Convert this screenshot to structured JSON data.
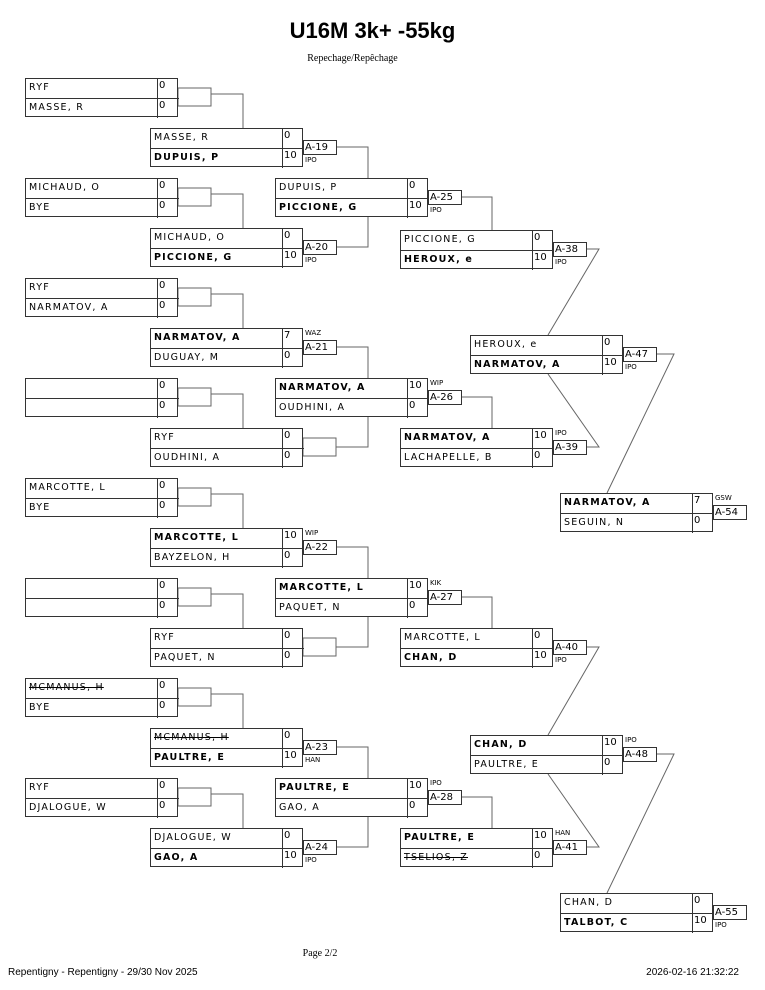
{
  "header": {
    "title": "U16M 3k+ -55kg",
    "subtitle": "Repechage/Repêchage"
  },
  "footer": {
    "page": "Page 2/2",
    "event": "Repentigny - Repentigny - 29/30 Nov 2025",
    "timestamp": "2026-02-16 21:32:22"
  },
  "rounds": {
    "round1": [
      {
        "players": [
          {
            "name": "RYF",
            "score": "0"
          },
          {
            "name": "MASSE, R",
            "score": "0"
          }
        ]
      },
      {
        "players": [
          {
            "name": "MICHAUD, O",
            "score": "0"
          },
          {
            "name": "BYE",
            "score": "0"
          }
        ]
      },
      {
        "players": [
          {
            "name": "RYF",
            "score": "0"
          },
          {
            "name": "NARMATOV, A",
            "score": "0"
          }
        ]
      },
      {
        "players": [
          {
            "name": "",
            "score": "0"
          },
          {
            "name": "",
            "score": "0"
          }
        ]
      },
      {
        "players": [
          {
            "name": "MARCOTTE, L",
            "score": "0"
          },
          {
            "name": "BYE",
            "score": "0"
          }
        ]
      },
      {
        "players": [
          {
            "name": "",
            "score": "0"
          },
          {
            "name": "",
            "score": "0"
          }
        ]
      },
      {
        "players": [
          {
            "name": "MCMANUS, H",
            "score": "0",
            "struck": true
          },
          {
            "name": "BYE",
            "score": "0"
          }
        ]
      },
      {
        "players": [
          {
            "name": "RYF",
            "score": "0"
          },
          {
            "name": "DJALOGUE, W",
            "score": "0"
          }
        ]
      }
    ],
    "round2": [
      {
        "match": "A-19",
        "result": "IPO",
        "players": [
          {
            "name": "MASSE, R",
            "score": "0"
          },
          {
            "name": "DUPUIS, P",
            "score": "10",
            "winner": true
          }
        ]
      },
      {
        "match": "A-20",
        "result": "IPO",
        "players": [
          {
            "name": "MICHAUD, O",
            "score": "0"
          },
          {
            "name": "PICCIONE, G",
            "score": "10",
            "winner": true
          }
        ]
      },
      {
        "match": "A-21",
        "result": "WAZ",
        "players": [
          {
            "name": "NARMATOV, A",
            "score": "7",
            "winner": true
          },
          {
            "name": "DUGUAY, M",
            "score": "0"
          }
        ]
      },
      {
        "match": "",
        "result": "",
        "players": [
          {
            "name": "RYF",
            "score": "0"
          },
          {
            "name": "OUDHINI, A",
            "score": "0"
          }
        ]
      },
      {
        "match": "A-22",
        "result": "WIP",
        "players": [
          {
            "name": "MARCOTTE, L",
            "score": "10",
            "winner": true
          },
          {
            "name": "BAYZELON, H",
            "score": "0"
          }
        ]
      },
      {
        "match": "",
        "result": "",
        "players": [
          {
            "name": "RYF",
            "score": "0"
          },
          {
            "name": "PAQUET, N",
            "score": "0"
          }
        ]
      },
      {
        "match": "A-23",
        "result": "HAN",
        "players": [
          {
            "name": "MCMANUS, H",
            "score": "0",
            "struck": true
          },
          {
            "name": "PAULTRE, E",
            "score": "10",
            "winner": true
          }
        ]
      },
      {
        "match": "A-24",
        "result": "IPO",
        "players": [
          {
            "name": "DJALOGUE, W",
            "score": "0"
          },
          {
            "name": "GAO, A",
            "score": "10",
            "winner": true
          }
        ]
      }
    ],
    "round3": [
      {
        "match": "A-25",
        "result": "IPO",
        "players": [
          {
            "name": "DUPUIS, P",
            "score": "0"
          },
          {
            "name": "PICCIONE, G",
            "score": "10",
            "winner": true
          }
        ]
      },
      {
        "match": "A-26",
        "result": "WIP",
        "players": [
          {
            "name": "NARMATOV, A",
            "score": "10",
            "winner": true
          },
          {
            "name": "OUDHINI, A",
            "score": "0"
          }
        ]
      },
      {
        "match": "A-27",
        "result": "KIK",
        "players": [
          {
            "name": "MARCOTTE, L",
            "score": "10",
            "winner": true
          },
          {
            "name": "PAQUET, N",
            "score": "0"
          }
        ]
      },
      {
        "match": "A-28",
        "result": "IPO",
        "players": [
          {
            "name": "PAULTRE, E",
            "score": "10",
            "winner": true
          },
          {
            "name": "GAO, A",
            "score": "0"
          }
        ]
      }
    ],
    "round4": [
      {
        "match": "A-38",
        "result": "IPO",
        "players": [
          {
            "name": "PICCIONE, G",
            "score": "0"
          },
          {
            "name": "HEROUX, e",
            "score": "10",
            "winner": true
          }
        ]
      },
      {
        "match": "A-39",
        "result": "IPO",
        "players": [
          {
            "name": "NARMATOV, A",
            "score": "10",
            "winner": true
          },
          {
            "name": "LACHAPELLE, B",
            "score": "0"
          }
        ]
      },
      {
        "match": "A-40",
        "result": "IPO",
        "players": [
          {
            "name": "MARCOTTE, L",
            "score": "0"
          },
          {
            "name": "CHAN, D",
            "score": "10",
            "winner": true
          }
        ]
      },
      {
        "match": "A-41",
        "result": "HAN",
        "players": [
          {
            "name": "PAULTRE, E",
            "score": "10",
            "winner": true
          },
          {
            "name": "TSELIOS, Z",
            "score": "0",
            "struck": true
          }
        ]
      }
    ],
    "round5": [
      {
        "match": "A-47",
        "result": "IPO",
        "players": [
          {
            "name": "HEROUX, e",
            "score": "0"
          },
          {
            "name": "NARMATOV, A",
            "score": "10",
            "winner": true
          }
        ]
      },
      {
        "match": "A-48",
        "result": "IPO",
        "players": [
          {
            "name": "CHAN, D",
            "score": "10",
            "winner": true
          },
          {
            "name": "PAULTRE, E",
            "score": "0"
          }
        ]
      }
    ],
    "round6": [
      {
        "match": "A-54",
        "result": "GSW",
        "players": [
          {
            "name": "NARMATOV, A",
            "score": "7",
            "winner": true
          },
          {
            "name": "SEGUIN, N",
            "score": "0"
          }
        ]
      },
      {
        "match": "A-55",
        "result": "IPO",
        "players": [
          {
            "name": "CHAN, D",
            "score": "0"
          },
          {
            "name": "TALBOT, C",
            "score": "10",
            "winner": true
          }
        ]
      }
    ]
  }
}
